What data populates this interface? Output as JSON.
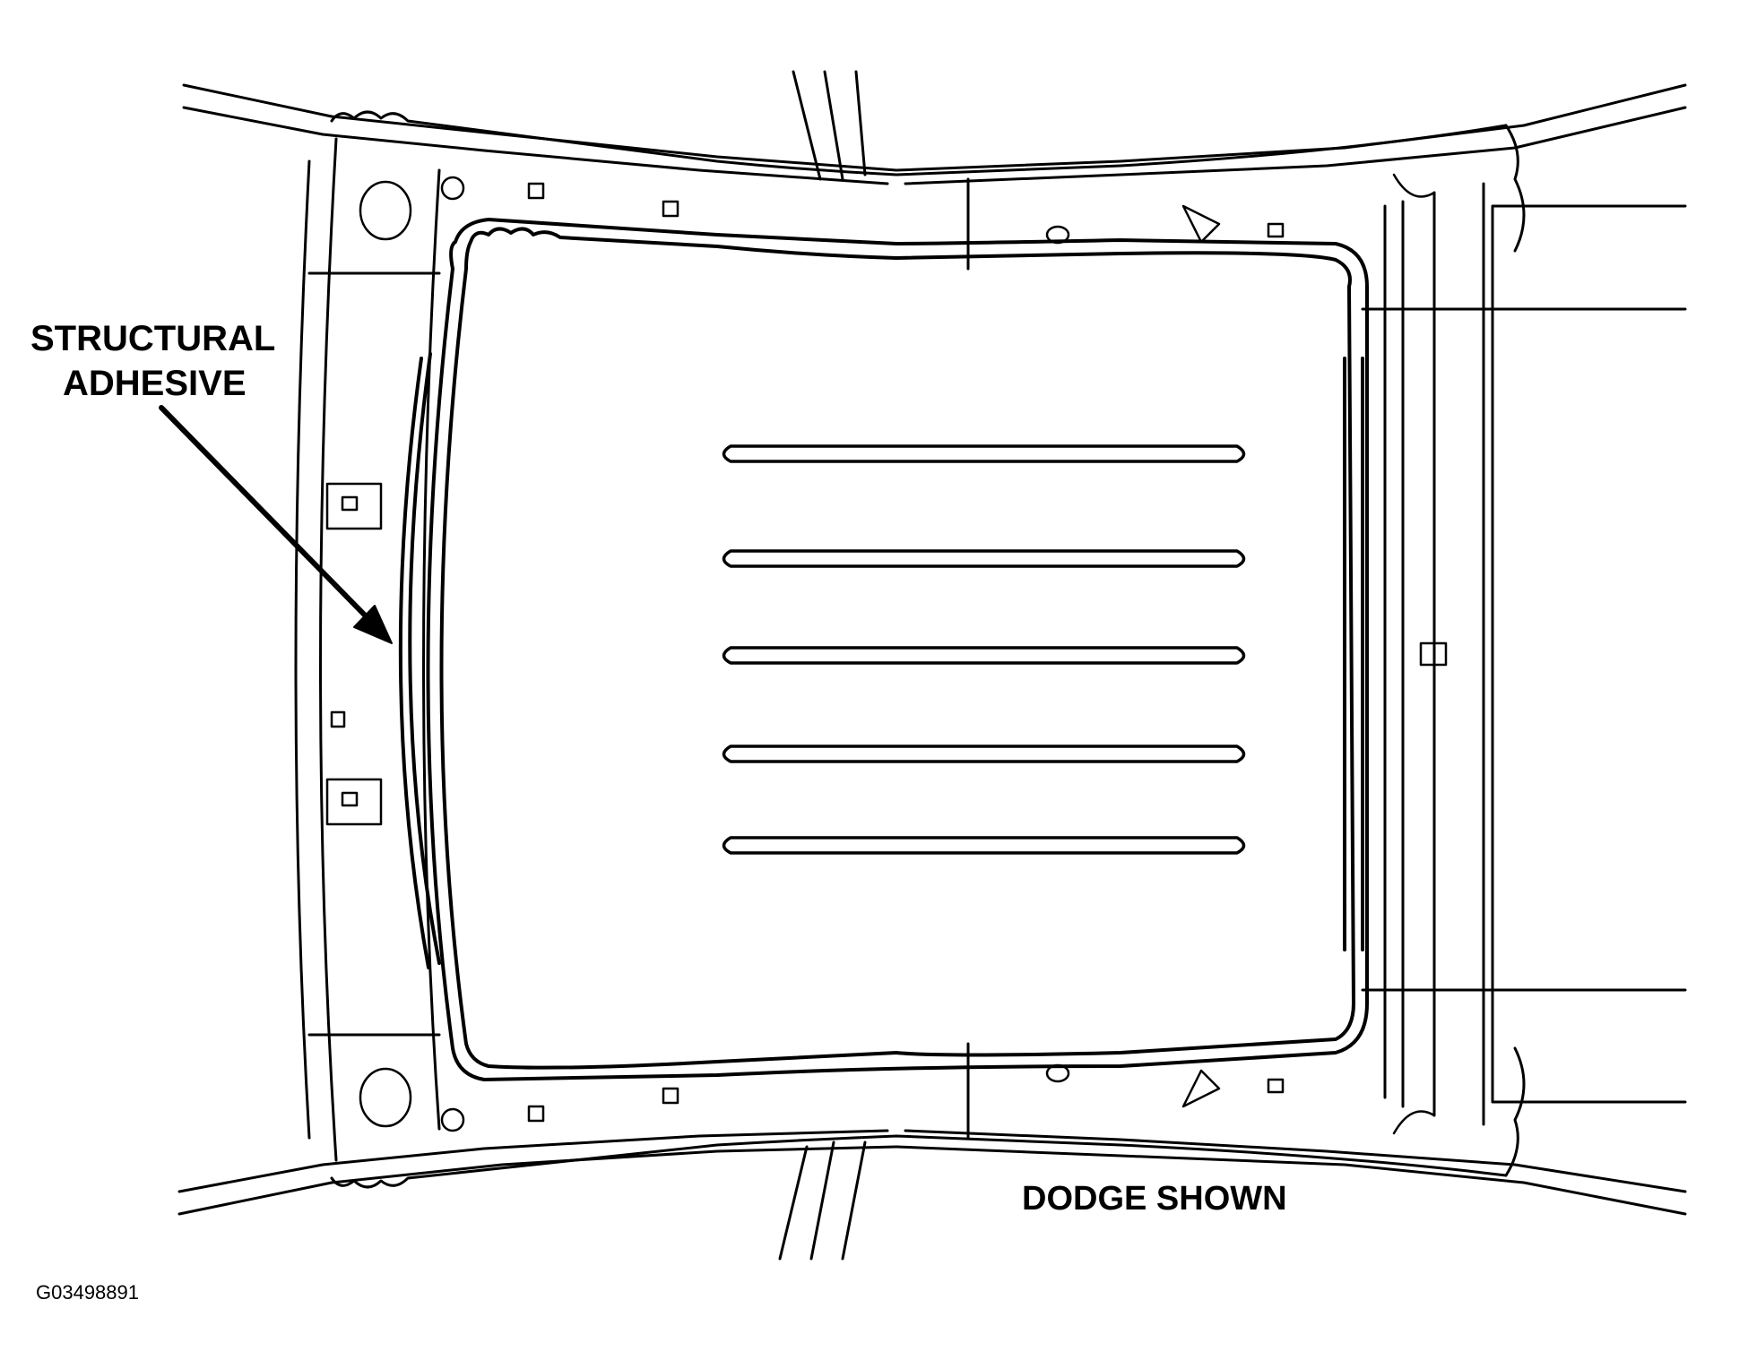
{
  "callout": {
    "line1": "STRUCTURAL",
    "line2": "ADHESIVE"
  },
  "caption": "DODGE SHOWN",
  "figure_id": "G03498891",
  "colors": {
    "line": "#000000",
    "background": "#ffffff"
  },
  "center_bead_count": 5
}
